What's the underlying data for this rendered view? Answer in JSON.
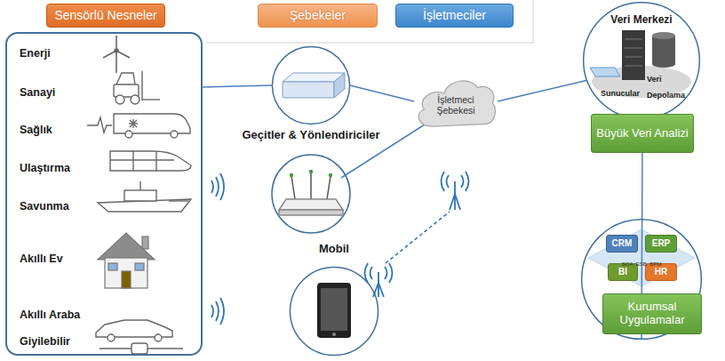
{
  "diagram": {
    "nodes": [
      {
        "text": [
          "Sensörlü Nesneler"
        ]
      },
      {
        "text": [
          "Şebekeler"
        ]
      },
      {
        "text": [
          "İşletmeciler"
        ]
      },
      {
        "text": [
          "Enerji",
          "Sanayi",
          "Sağlık",
          "Ulaştırma",
          "Savunma",
          "Akıllı Ev",
          "Akıllı Araba",
          "Giyilebilir"
        ]
      },
      {
        "text": [
          "Geçitler & Yönlendiriciler"
        ]
      },
      {
        "text": [
          "İşletmeci Şebekesi"
        ]
      },
      {
        "text": [
          "Mobil"
        ]
      },
      {
        "text": [
          "Veri Merkezi",
          "Sunucular",
          "Veri Depolama"
        ]
      },
      {
        "text": [
          "Büyük Veri Analizi"
        ],
        "in": 7
      },
      {
        "text": [
          "SOA, ESB, BPM"
        ]
      },
      {
        "text": [
          "CRM"
        ],
        "in": 9
      },
      {
        "text": [
          "ERP"
        ],
        "in": 9
      },
      {
        "text": [
          "BI"
        ],
        "in": 9
      },
      {
        "text": [
          "HR"
        ],
        "in": 9
      },
      {
        "text": [
          "Kurumsal Uygulamalar"
        ],
        "in": 9
      }
    ],
    "edges": [
      {
        "from": 3,
        "to": 4,
        "arrow": "none"
      },
      {
        "from": 4,
        "to": 5,
        "arrow": "none"
      },
      {
        "from": 5,
        "to": 7,
        "arrow": "none"
      },
      {
        "from": 8,
        "to": 9,
        "arrow": "none"
      }
    ]
  }
}
